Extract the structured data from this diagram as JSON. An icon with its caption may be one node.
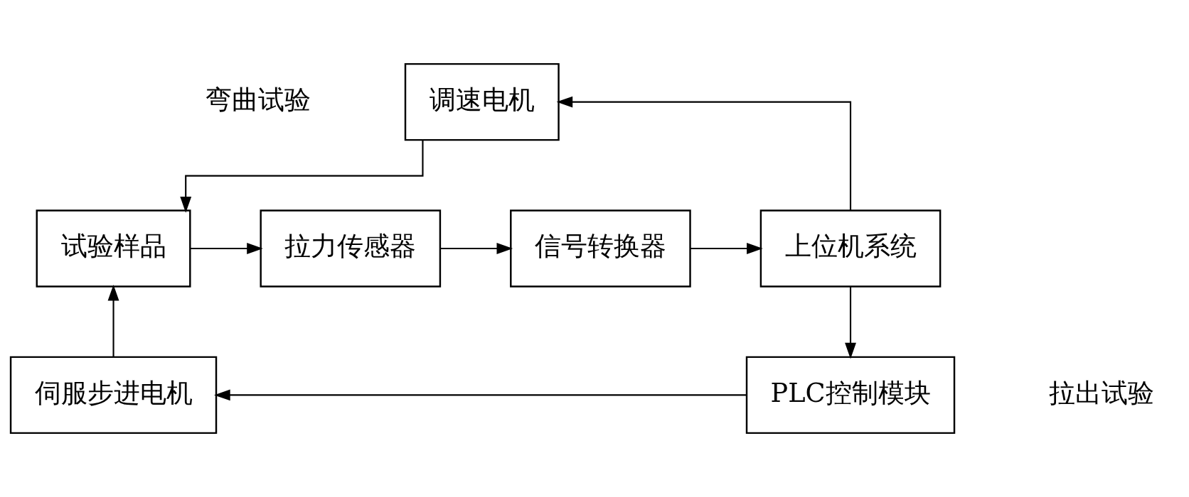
{
  "diagram": {
    "nodes": [
      {
        "text": [
          "调速电机"
        ]
      },
      {
        "text": [
          "试验样品"
        ]
      },
      {
        "text": [
          "拉力传感器"
        ]
      },
      {
        "text": [
          "信号转换器"
        ]
      },
      {
        "text": [
          "上位机系统"
        ]
      },
      {
        "text": [
          "伺服步进电机"
        ]
      },
      {
        "text": [
          "PLC控制模块"
        ]
      }
    ],
    "edges": [
      {
        "from": 0,
        "to": 1,
        "arrow": "to"
      },
      {
        "from": 1,
        "to": 2,
        "arrow": "to"
      },
      {
        "from": 2,
        "to": 3,
        "arrow": "to"
      },
      {
        "from": 3,
        "to": 4,
        "arrow": "to"
      },
      {
        "from": 4,
        "to": 0,
        "arrow": "to"
      },
      {
        "from": 4,
        "to": 6,
        "arrow": "to"
      },
      {
        "from": 6,
        "to": 5,
        "arrow": "to"
      },
      {
        "from": 5,
        "to": 1,
        "arrow": "to"
      }
    ],
    "labels": [
      "弯曲试验",
      "拉出试验"
    ]
  }
}
